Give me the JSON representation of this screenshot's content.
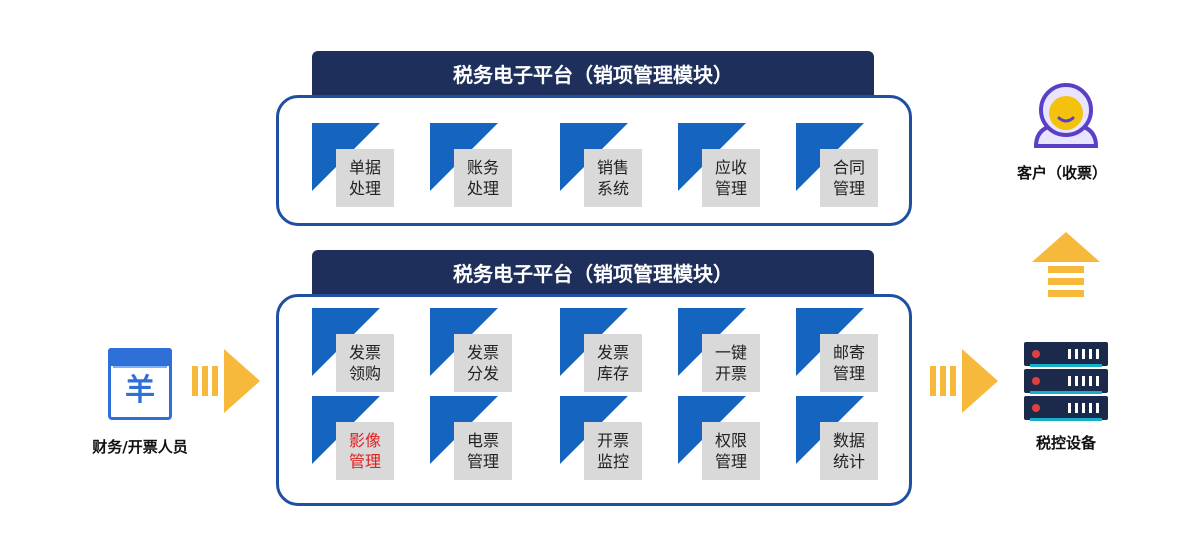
{
  "top_panel": {
    "title": "税务电子平台（销项管理模块）",
    "modules": [
      {
        "l1": "单据",
        "l2": "处理"
      },
      {
        "l1": "账务",
        "l2": "处理"
      },
      {
        "l1": "销售",
        "l2": "系统"
      },
      {
        "l1": "应收",
        "l2": "管理"
      },
      {
        "l1": "合同",
        "l2": "管理"
      }
    ]
  },
  "bottom_panel": {
    "title": "税务电子平台（销项管理模块）",
    "modules": [
      {
        "l1": "发票",
        "l2": "领购"
      },
      {
        "l1": "发票",
        "l2": "分发"
      },
      {
        "l1": "发票",
        "l2": "库存"
      },
      {
        "l1": "一键",
        "l2": "开票"
      },
      {
        "l1": "邮寄",
        "l2": "管理"
      },
      {
        "l1": "影像",
        "l2": "管理",
        "highlight": "#e02020"
      },
      {
        "l1": "电票",
        "l2": "管理"
      },
      {
        "l1": "开票",
        "l2": "监控"
      },
      {
        "l1": "权限",
        "l2": "管理"
      },
      {
        "l1": "数据",
        "l2": "统计"
      }
    ]
  },
  "actors": {
    "staff_label": "财务/开票人员",
    "staff_icon_glyph": "羊",
    "customer_label": "客户（收票）",
    "device_label": "税控设备"
  },
  "colors": {
    "header_bg": "#1e2f5c",
    "panel_border": "#1e4fa0",
    "triangle": "#1565c0",
    "card": "#d9d9d9",
    "arrow": "#f6b93b"
  }
}
